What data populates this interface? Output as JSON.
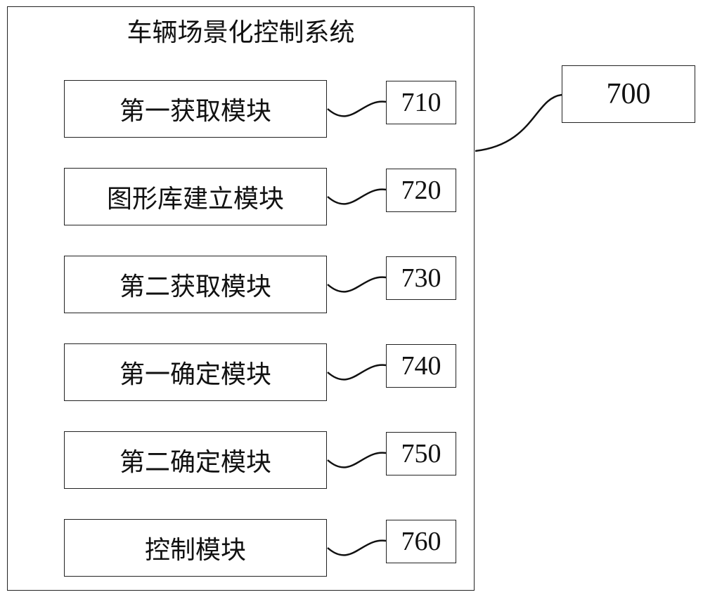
{
  "system": {
    "title": "车辆场景化控制系统",
    "ref": "700"
  },
  "modules": [
    {
      "label": "第一获取模块",
      "ref": "710"
    },
    {
      "label": "图形库建立模块",
      "ref": "720"
    },
    {
      "label": "第二获取模块",
      "ref": "730"
    },
    {
      "label": "第一确定模块",
      "ref": "740"
    },
    {
      "label": "第二确定模块",
      "ref": "750"
    },
    {
      "label": "控制模块",
      "ref": "760"
    }
  ]
}
